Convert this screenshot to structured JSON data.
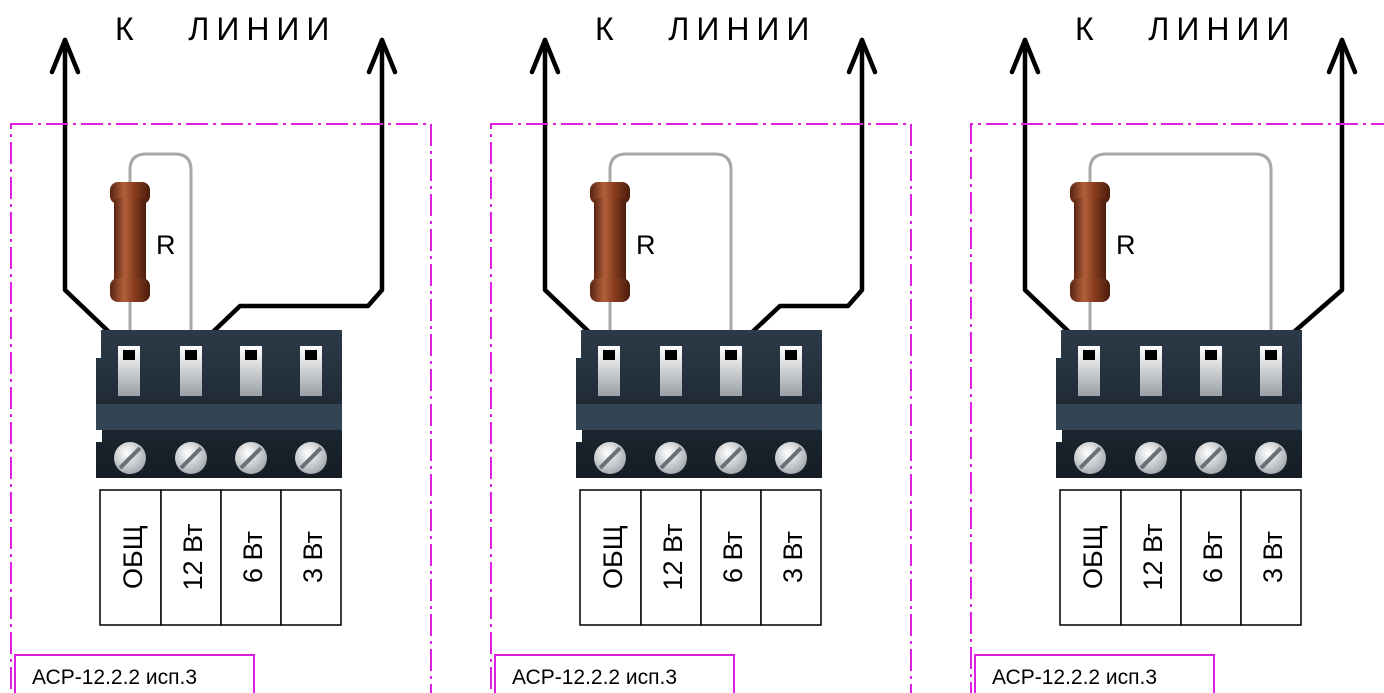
{
  "panels": [
    {
      "line_label": "К   ЛИНИИ",
      "resistor_label": "R",
      "terminals": [
        "ОБЩ",
        "12 Вт",
        "6 Вт",
        "3 Вт"
      ],
      "device_label": "АСР-12.2.2 исп.3",
      "resistor_to_terminal": "12 Вт",
      "line_wires_to": [
        "ОБЩ",
        "12 Вт"
      ]
    },
    {
      "line_label": "К   ЛИНИИ",
      "resistor_label": "R",
      "terminals": [
        "ОБЩ",
        "12 Вт",
        "6 Вт",
        "3 Вт"
      ],
      "device_label": "АСР-12.2.2 исп.3",
      "resistor_to_terminal": "6 Вт",
      "line_wires_to": [
        "ОБЩ",
        "6 Вт"
      ]
    },
    {
      "line_label": "К   ЛИНИИ",
      "resistor_label": "R",
      "terminals": [
        "ОБЩ",
        "12 Вт",
        "6 Вт",
        "3 Вт"
      ],
      "device_label": "АСР-12.2.2 исп.3",
      "resistor_to_terminal": "3 Вт",
      "line_wires_to": [
        "ОБЩ",
        "3 Вт"
      ]
    }
  ],
  "colors": {
    "frame": "#e020e0",
    "wire": "#000000",
    "resistor_lead": "#a8a8a8",
    "resistor_body": "#8a3e20",
    "terminal_block": "#1e2a36"
  }
}
